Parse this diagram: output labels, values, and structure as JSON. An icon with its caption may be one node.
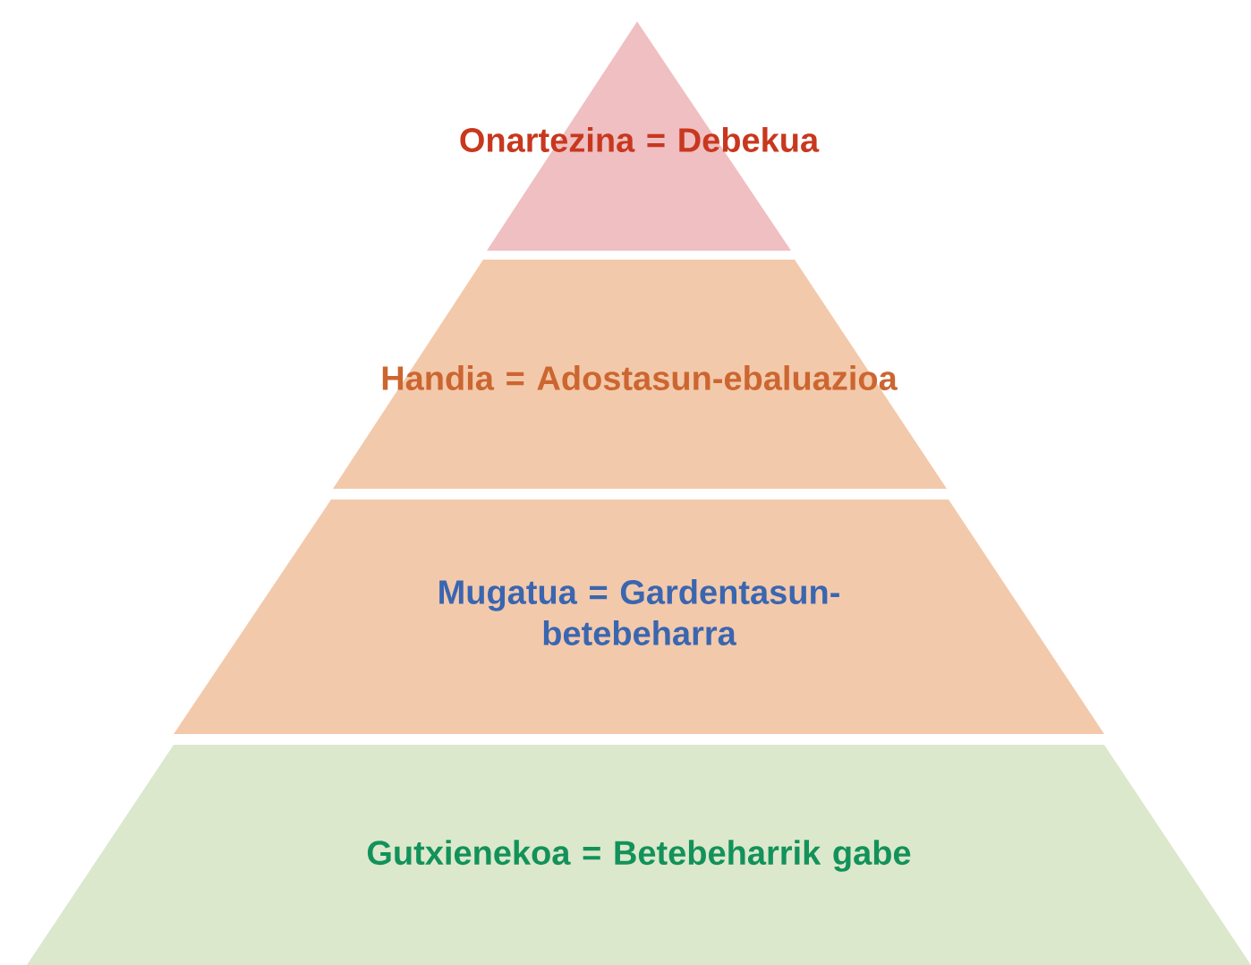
{
  "diagram": {
    "nodes": [
      {
        "text": [
          "Onartezina = Debekua"
        ]
      },
      {
        "text": [
          "Handia = Adostasun-ebaluazioa"
        ]
      },
      {
        "text": [
          "Mugatua = Gardentasun-betebeharra"
        ]
      },
      {
        "text": [
          "Gutxienekoa = Betebeharrik gabe"
        ]
      }
    ]
  }
}
